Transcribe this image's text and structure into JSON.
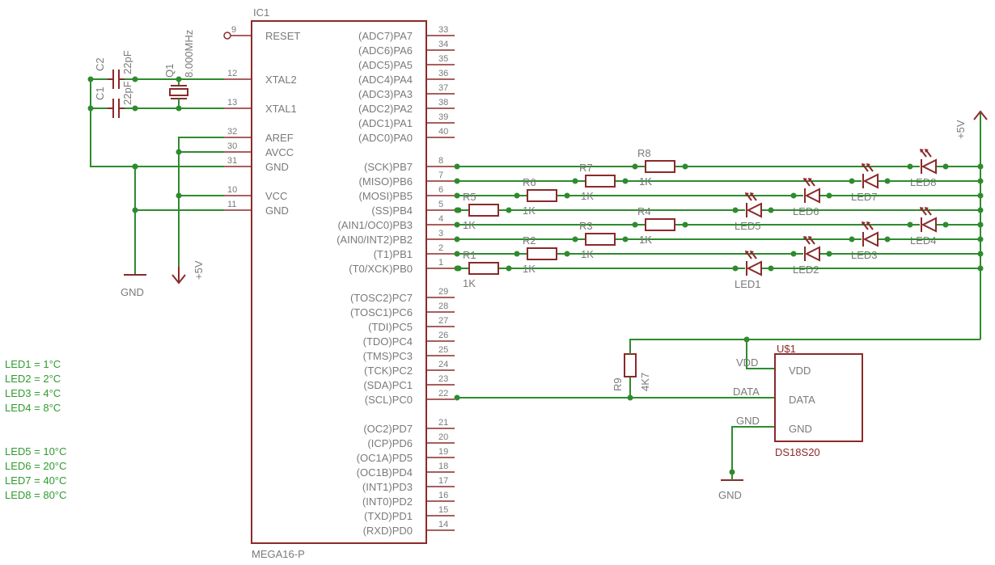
{
  "ic1": {
    "ref": "IC1",
    "part": "MEGA16-P",
    "left_pins": [
      {
        "num": "9",
        "name": "RESET"
      },
      {
        "num": "12",
        "name": "XTAL2"
      },
      {
        "num": "13",
        "name": "XTAL1"
      },
      {
        "num": "32",
        "name": "AREF"
      },
      {
        "num": "30",
        "name": "AVCC"
      },
      {
        "num": "31",
        "name": "GND"
      },
      {
        "num": "10",
        "name": "VCC"
      },
      {
        "num": "11",
        "name": "GND"
      }
    ],
    "right_pins": [
      {
        "num": "33",
        "name": "(ADC7)PA7"
      },
      {
        "num": "34",
        "name": "(ADC6)PA6"
      },
      {
        "num": "35",
        "name": "(ADC5)PA5"
      },
      {
        "num": "36",
        "name": "(ADC4)PA4"
      },
      {
        "num": "37",
        "name": "(ADC3)PA3"
      },
      {
        "num": "38",
        "name": "(ADC2)PA2"
      },
      {
        "num": "39",
        "name": "(ADC1)PA1"
      },
      {
        "num": "40",
        "name": "(ADC0)PA0"
      },
      {
        "num": "8",
        "name": "(SCK)PB7"
      },
      {
        "num": "7",
        "name": "(MISO)PB6"
      },
      {
        "num": "6",
        "name": "(MOSI)PB5"
      },
      {
        "num": "5",
        "name": "(SS)PB4"
      },
      {
        "num": "4",
        "name": "(AIN1/OC0)PB3"
      },
      {
        "num": "3",
        "name": "(AIN0/INT2)PB2"
      },
      {
        "num": "2",
        "name": "(T1)PB1"
      },
      {
        "num": "1",
        "name": "(T0/XCK)PB0"
      },
      {
        "num": "29",
        "name": "(TOSC2)PC7"
      },
      {
        "num": "28",
        "name": "(TOSC1)PC6"
      },
      {
        "num": "27",
        "name": "(TDI)PC5"
      },
      {
        "num": "26",
        "name": "(TDO)PC4"
      },
      {
        "num": "25",
        "name": "(TMS)PC3"
      },
      {
        "num": "24",
        "name": "(TCK)PC2"
      },
      {
        "num": "23",
        "name": "(SDA)PC1"
      },
      {
        "num": "22",
        "name": "(SCL)PC0"
      },
      {
        "num": "21",
        "name": "(OC2)PD7"
      },
      {
        "num": "20",
        "name": "(ICP)PD6"
      },
      {
        "num": "19",
        "name": "(OC1A)PD5"
      },
      {
        "num": "18",
        "name": "(OC1B)PD4"
      },
      {
        "num": "17",
        "name": "(INT1)PD3"
      },
      {
        "num": "16",
        "name": "(INT0)PD2"
      },
      {
        "num": "15",
        "name": "(TXD)PD1"
      },
      {
        "num": "14",
        "name": "(RXD)PD0"
      }
    ]
  },
  "crystal": {
    "ref": "Q1",
    "value": "8.000MHz"
  },
  "caps": [
    {
      "ref": "C2",
      "value": "22pF"
    },
    {
      "ref": "C1",
      "value": "22pF"
    }
  ],
  "power": {
    "gnd_left": "GND",
    "vcc_left": "+5V",
    "vcc_right": "+5V",
    "gnd_sensor": "GND"
  },
  "resistors": [
    {
      "ref": "R8",
      "value": "1K"
    },
    {
      "ref": "R7",
      "value": "1K"
    },
    {
      "ref": "R6",
      "value": "1K"
    },
    {
      "ref": "R5",
      "value": "1K"
    },
    {
      "ref": "R4",
      "value": "1K"
    },
    {
      "ref": "R3",
      "value": "1K"
    },
    {
      "ref": "R2",
      "value": "1K"
    },
    {
      "ref": "R1",
      "value": "1K"
    }
  ],
  "leds": [
    {
      "ref": "LED8"
    },
    {
      "ref": "LED7"
    },
    {
      "ref": "LED6"
    },
    {
      "ref": "LED5"
    },
    {
      "ref": "LED4"
    },
    {
      "ref": "LED3"
    },
    {
      "ref": "LED2"
    },
    {
      "ref": "LED1"
    }
  ],
  "r9": {
    "ref": "R9",
    "value": "4K7"
  },
  "sensor": {
    "ref": "U$1",
    "part": "DS18S20",
    "pins": [
      {
        "net": "VDD",
        "name": "VDD"
      },
      {
        "net": "DATA",
        "name": "DATA"
      },
      {
        "net": "GND",
        "name": "GND"
      }
    ]
  },
  "legend": [
    "LED1 = 1°C",
    "LED2 = 2°C",
    "LED3 = 4°C",
    "LED4 = 8°C",
    "LED5 = 10°C",
    "LED6 = 20°C",
    "LED7 = 40°C",
    "LED8 = 80°C"
  ],
  "colors": {
    "wire": "#2e8b2e",
    "component": "#8b2a2a",
    "label": "#7a7a7a",
    "legend": "#2e9b2e"
  }
}
